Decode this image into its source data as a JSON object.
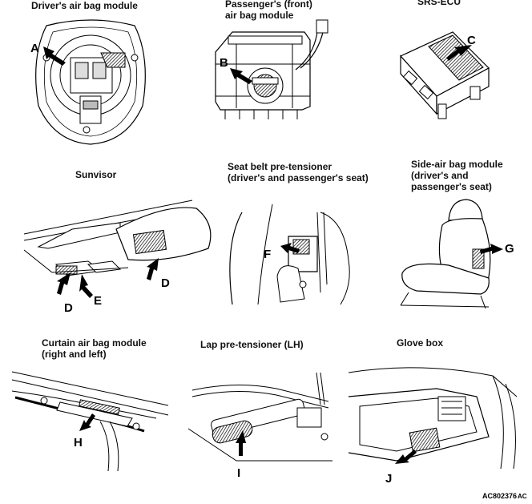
{
  "captions": {
    "driver_airbag": "Driver's air bag module",
    "passenger_airbag_line1": "Passenger's (front)",
    "passenger_airbag_line2": "air bag module",
    "srs_ecu": "SRS-ECU",
    "sunvisor": "Sunvisor",
    "seatbelt_line1": "Seat belt pre-tensioner",
    "seatbelt_line2": "(driver's and passenger's seat)",
    "side_airbag_line1": "Side-air bag module",
    "side_airbag_line2": "(driver's and",
    "side_airbag_line3": "passenger's seat)",
    "curtain_line1": "Curtain air bag module",
    "curtain_line2": "(right and left)",
    "lap_pretensioner": "Lap pre-tensioner (LH)",
    "glove_box": "Glove box"
  },
  "labels": {
    "A": "A",
    "B": "B",
    "C": "C",
    "D1": "D",
    "D2": "D",
    "E": "E",
    "F": "F",
    "G": "G",
    "H": "H",
    "I": "I",
    "J": "J"
  },
  "figure_code": "AC802376",
  "figure_code_suffix": "AC"
}
